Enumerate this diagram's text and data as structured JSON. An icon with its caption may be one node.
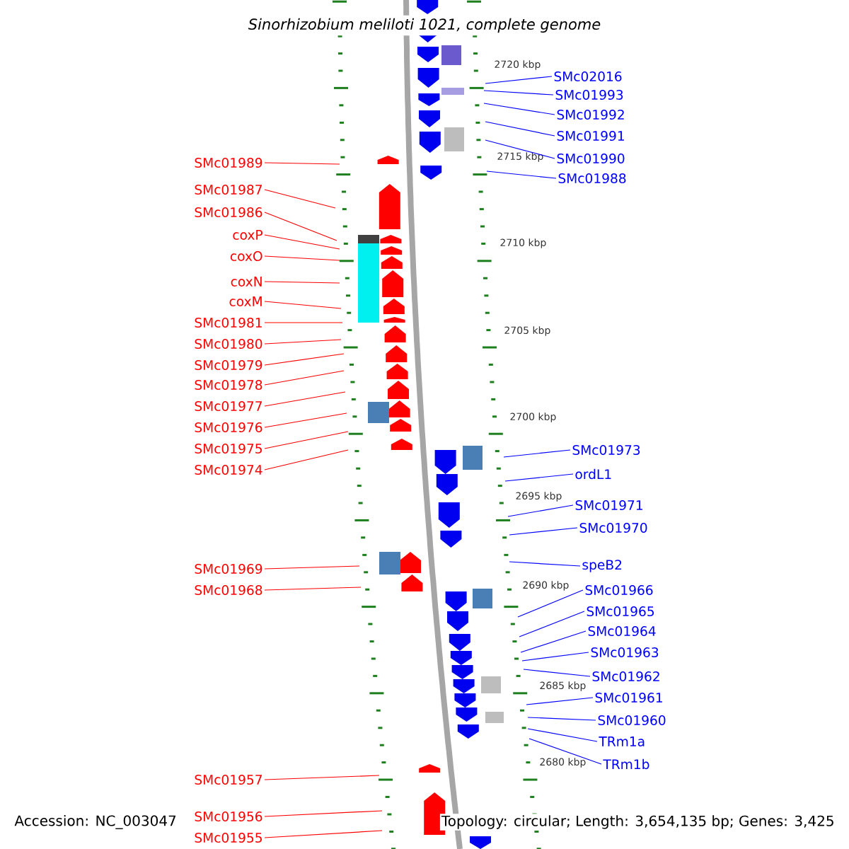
{
  "diagram": {
    "title": "Sinorhizobium meliloti 1021, complete genome",
    "nodes": [
      {
        "text": [
          "SMc01989"
        ]
      },
      {
        "text": [
          "SMc01987"
        ]
      },
      {
        "text": [
          "SMc01986"
        ]
      },
      {
        "text": [
          "coxP"
        ]
      },
      {
        "text": [
          "coxO"
        ]
      },
      {
        "text": [
          "coxN"
        ]
      },
      {
        "text": [
          "coxM"
        ]
      },
      {
        "text": [
          "SMc01981"
        ]
      },
      {
        "text": [
          "SMc01980"
        ]
      },
      {
        "text": [
          "SMc01979"
        ]
      },
      {
        "text": [
          "SMc01978"
        ]
      },
      {
        "text": [
          "SMc01977"
        ]
      },
      {
        "text": [
          "SMc01976"
        ]
      },
      {
        "text": [
          "SMc01975"
        ]
      },
      {
        "text": [
          "SMc01974"
        ]
      },
      {
        "text": [
          "SMc01969"
        ]
      },
      {
        "text": [
          "SMc01968"
        ]
      },
      {
        "text": [
          "SMc01957"
        ]
      },
      {
        "text": [
          "SMc01956"
        ]
      },
      {
        "text": [
          "SMc01955"
        ]
      },
      {
        "text": [
          "SMc02016"
        ]
      },
      {
        "text": [
          "SMc01993"
        ]
      },
      {
        "text": [
          "SMc01992"
        ]
      },
      {
        "text": [
          "SMc01991"
        ]
      },
      {
        "text": [
          "SMc01990"
        ]
      },
      {
        "text": [
          "SMc01988"
        ]
      },
      {
        "text": [
          "SMc01973"
        ]
      },
      {
        "text": [
          "ordL1"
        ]
      },
      {
        "text": [
          "SMc01971"
        ]
      },
      {
        "text": [
          "SMc01970"
        ]
      },
      {
        "text": [
          "speB2"
        ]
      },
      {
        "text": [
          "SMc01966"
        ]
      },
      {
        "text": [
          "SMc01965"
        ]
      },
      {
        "text": [
          "SMc01964"
        ]
      },
      {
        "text": [
          "SMc01963"
        ]
      },
      {
        "text": [
          "SMc01962"
        ]
      },
      {
        "text": [
          "SMc01961"
        ]
      },
      {
        "text": [
          "SMc01960"
        ]
      },
      {
        "text": [
          "TRm1a"
        ]
      },
      {
        "text": [
          "TRm1b"
        ]
      }
    ],
    "edges": [
      {
        "from": 0,
        "to": null,
        "arrow": "none",
        "color": "#ff0000"
      },
      {
        "from": 1,
        "to": null,
        "arrow": "none",
        "color": "#ff0000"
      },
      {
        "from": 2,
        "to": null,
        "arrow": "none",
        "color": "#ff0000"
      },
      {
        "from": 3,
        "to": null,
        "arrow": "none",
        "color": "#ff0000"
      },
      {
        "from": 4,
        "to": null,
        "arrow": "none",
        "color": "#ff0000"
      },
      {
        "from": 5,
        "to": null,
        "arrow": "none",
        "color": "#ff0000"
      },
      {
        "from": 6,
        "to": null,
        "arrow": "none",
        "color": "#ff0000"
      },
      {
        "from": 7,
        "to": null,
        "arrow": "none",
        "color": "#ff0000"
      },
      {
        "from": 8,
        "to": null,
        "arrow": "none",
        "color": "#ff0000"
      },
      {
        "from": 9,
        "to": null,
        "arrow": "none",
        "color": "#ff0000"
      },
      {
        "from": 10,
        "to": null,
        "arrow": "none",
        "color": "#ff0000"
      },
      {
        "from": 11,
        "to": null,
        "arrow": "none",
        "color": "#ff0000"
      },
      {
        "from": 12,
        "to": null,
        "arrow": "none",
        "color": "#ff0000"
      },
      {
        "from": 13,
        "to": null,
        "arrow": "none",
        "color": "#ff0000"
      },
      {
        "from": 14,
        "to": null,
        "arrow": "none",
        "color": "#ff0000"
      },
      {
        "from": 15,
        "to": null,
        "arrow": "none",
        "color": "#ff0000"
      },
      {
        "from": 16,
        "to": null,
        "arrow": "none",
        "color": "#ff0000"
      },
      {
        "from": 17,
        "to": null,
        "arrow": "none",
        "color": "#ff0000"
      },
      {
        "from": 18,
        "to": null,
        "arrow": "none",
        "color": "#ff0000"
      },
      {
        "from": 19,
        "to": null,
        "arrow": "none",
        "color": "#ff0000"
      },
      {
        "from": 20,
        "to": null,
        "arrow": "none",
        "color": "#0000ff"
      },
      {
        "from": 21,
        "to": null,
        "arrow": "none",
        "color": "#0000ff"
      },
      {
        "from": 22,
        "to": null,
        "arrow": "none",
        "color": "#0000ff"
      },
      {
        "from": 23,
        "to": null,
        "arrow": "none",
        "color": "#0000ff"
      },
      {
        "from": 24,
        "to": null,
        "arrow": "none",
        "color": "#0000ff"
      },
      {
        "from": 25,
        "to": null,
        "arrow": "none",
        "color": "#0000ff"
      },
      {
        "from": 26,
        "to": null,
        "arrow": "none",
        "color": "#0000ff"
      },
      {
        "from": 27,
        "to": null,
        "arrow": "none",
        "color": "#0000ff"
      },
      {
        "from": 28,
        "to": null,
        "arrow": "none",
        "color": "#0000ff"
      },
      {
        "from": 29,
        "to": null,
        "arrow": "none",
        "color": "#0000ff"
      },
      {
        "from": 30,
        "to": null,
        "arrow": "none",
        "color": "#0000ff"
      },
      {
        "from": 31,
        "to": null,
        "arrow": "none",
        "color": "#0000ff"
      },
      {
        "from": 32,
        "to": null,
        "arrow": "none",
        "color": "#0000ff"
      },
      {
        "from": 33,
        "to": null,
        "arrow": "none",
        "color": "#0000ff"
      },
      {
        "from": 34,
        "to": null,
        "arrow": "none",
        "color": "#0000ff"
      },
      {
        "from": 35,
        "to": null,
        "arrow": "none",
        "color": "#0000ff"
      },
      {
        "from": 36,
        "to": null,
        "arrow": "none",
        "color": "#0000ff"
      },
      {
        "from": 37,
        "to": null,
        "arrow": "none",
        "color": "#0000ff"
      },
      {
        "from": 38,
        "to": null,
        "arrow": "none",
        "color": "#0000ff"
      },
      {
        "from": 39,
        "to": null,
        "arrow": "none",
        "color": "#0000ff"
      }
    ],
    "labels": [
      "2720 kbp",
      "2715 kbp",
      "2710 kbp",
      "2705 kbp",
      "2700 kbp",
      "2695 kbp",
      "2690 kbp",
      "2685 kbp",
      "2680 kbp",
      "Accession: NC_003047",
      "Topology: circular; Length: 3,654,135 bp; Genes: 3,425"
    ]
  }
}
